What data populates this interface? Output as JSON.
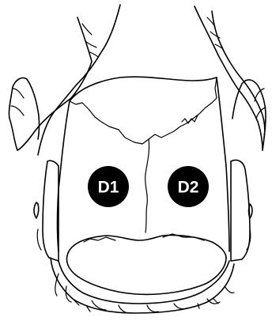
{
  "colors": {
    "line": "#000000",
    "background": "#ffffff",
    "marker_fill": "#000000",
    "marker_text": "#ffffff"
  },
  "markers": [
    {
      "id": "d1",
      "label": "D1"
    },
    {
      "id": "d2",
      "label": "D2"
    }
  ]
}
